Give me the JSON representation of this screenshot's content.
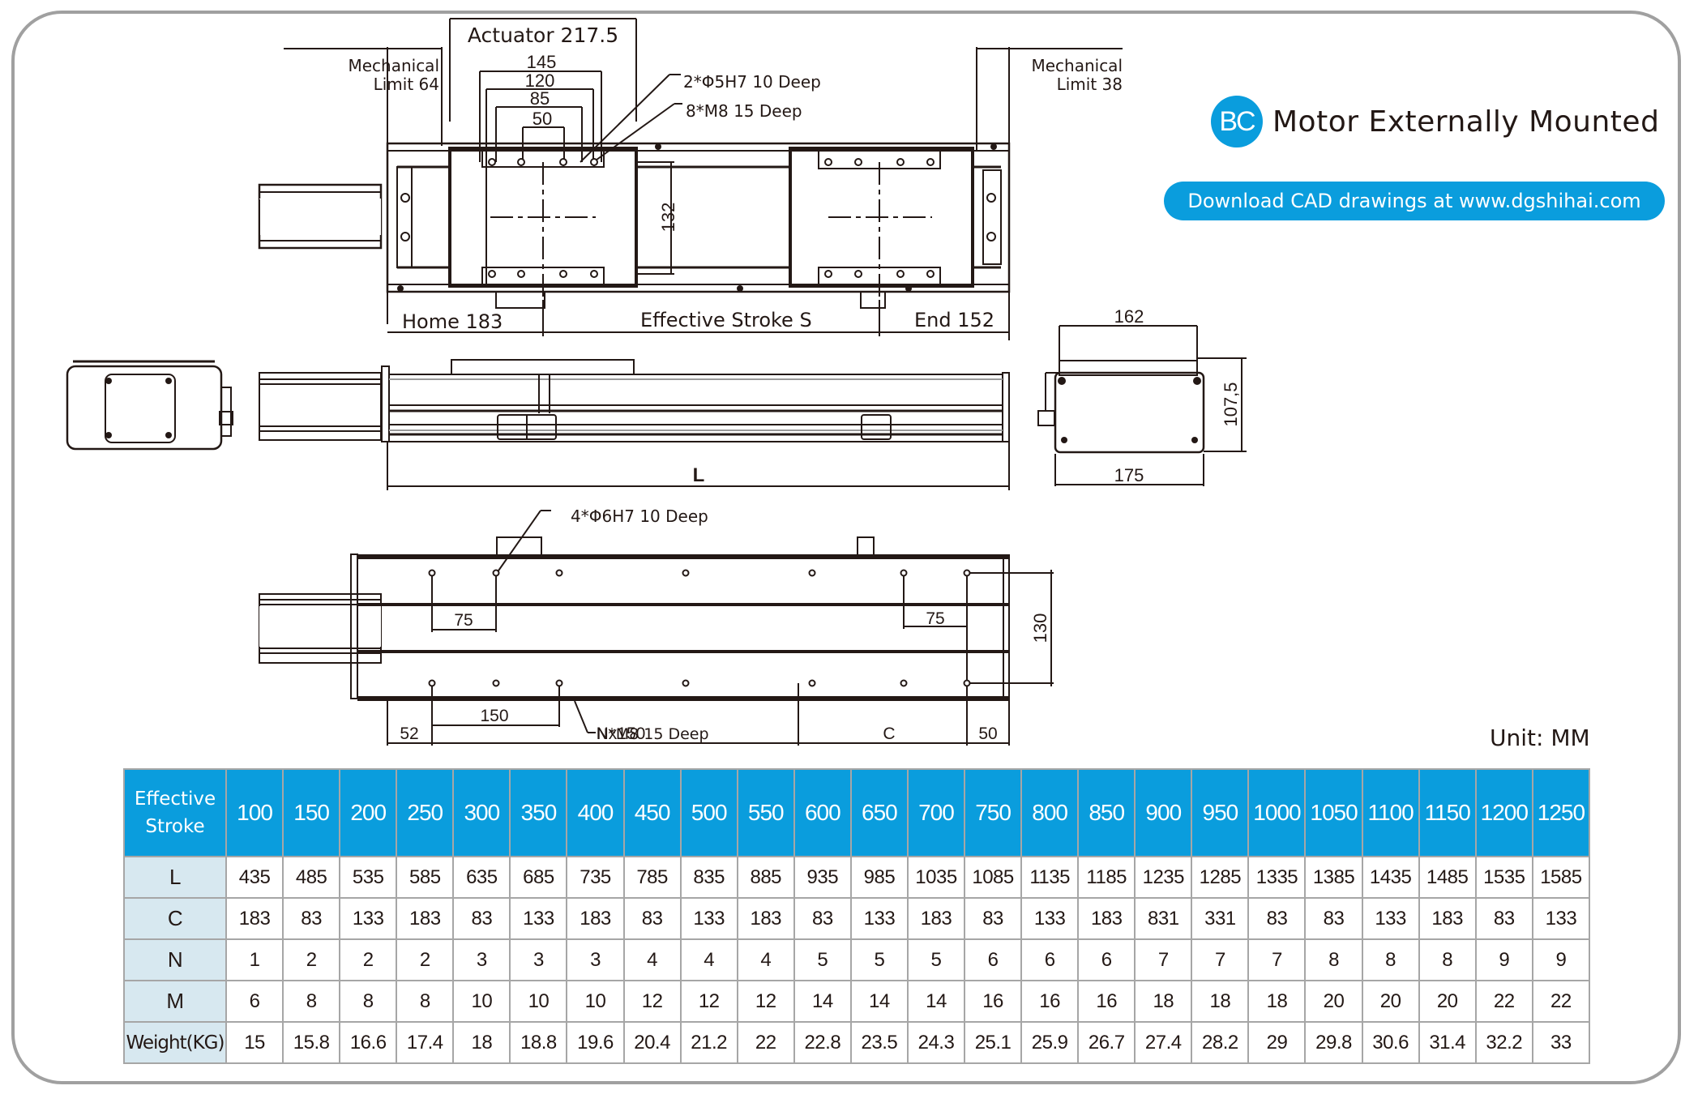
{
  "header": {
    "badge": "BC",
    "title": "Motor Externally Mounted",
    "download_label": "Download CAD drawings at www.dgshihai.com",
    "accent_color": "#0a9ddd"
  },
  "unit_label": "Unit: MM",
  "drawing": {
    "top_view": {
      "actuator": "Actuator 217.5",
      "mech_limit_left_1": "Mechanical",
      "mech_limit_left_2": "Limit 64",
      "mech_limit_right_1": "Mechanical",
      "mech_limit_right_2": "Limit 38",
      "dim_145": "145",
      "dim_120": "120",
      "dim_85": "85",
      "dim_50": "50",
      "callout_pin": "2*Φ5H7 10 Deep",
      "callout_screw": "8*M8 15 Deep",
      "dim_132": "132",
      "home": "Home 183",
      "stroke": "Effective Stroke S",
      "end": "End 152"
    },
    "side_view": {
      "length": "L"
    },
    "end_view": {
      "width_top": "162",
      "width_bottom": "175",
      "height": "107,5"
    },
    "bottom_view": {
      "callout_pin": "4*Φ6H7  10 Deep",
      "dim_75_left": "75",
      "dim_75_right": "75",
      "dim_130": "130",
      "dim_150": "150",
      "dim_52": "52",
      "pitch": "Nx150",
      "callout_screw": "N*M8  15 Deep",
      "dim_c": "C",
      "dim_50": "50"
    }
  },
  "table": {
    "header_label_1": "Effective",
    "header_label_2": "Stroke",
    "strokes": [
      "100",
      "150",
      "200",
      "250",
      "300",
      "350",
      "400",
      "450",
      "500",
      "550",
      "600",
      "650",
      "700",
      "750",
      "800",
      "850",
      "900",
      "950",
      "1000",
      "1050",
      "1100",
      "1150",
      "1200",
      "1250"
    ],
    "rows": [
      {
        "label": "L",
        "values": [
          "435",
          "485",
          "535",
          "585",
          "635",
          "685",
          "735",
          "785",
          "835",
          "885",
          "935",
          "985",
          "1035",
          "1085",
          "1135",
          "1185",
          "1235",
          "1285",
          "1335",
          "1385",
          "1435",
          "1485",
          "1535",
          "1585"
        ]
      },
      {
        "label": "C",
        "values": [
          "183",
          "83",
          "133",
          "183",
          "83",
          "133",
          "183",
          "83",
          "133",
          "183",
          "83",
          "133",
          "183",
          "83",
          "133",
          "183",
          "831",
          "331",
          "83",
          "83",
          "133",
          "183",
          "83",
          "133"
        ]
      },
      {
        "label": "N",
        "values": [
          "1",
          "2",
          "2",
          "2",
          "3",
          "3",
          "3",
          "4",
          "4",
          "4",
          "5",
          "5",
          "5",
          "6",
          "6",
          "6",
          "7",
          "7",
          "7",
          "8",
          "8",
          "8",
          "9",
          "9"
        ]
      },
      {
        "label": "M",
        "values": [
          "6",
          "8",
          "8",
          "8",
          "10",
          "10",
          "10",
          "12",
          "12",
          "12",
          "14",
          "14",
          "14",
          "16",
          "16",
          "16",
          "18",
          "18",
          "18",
          "20",
          "20",
          "20",
          "22",
          "22"
        ]
      },
      {
        "label": "Weight(KG)",
        "values": [
          "15",
          "15.8",
          "16.6",
          "17.4",
          "18",
          "18.8",
          "19.6",
          "20.4",
          "21.2",
          "22",
          "22.8",
          "23.5",
          "24.3",
          "25.1",
          "25.9",
          "26.7",
          "27.4",
          "28.2",
          "29",
          "29.8",
          "30.6",
          "31.4",
          "32.2",
          "33"
        ]
      }
    ]
  }
}
